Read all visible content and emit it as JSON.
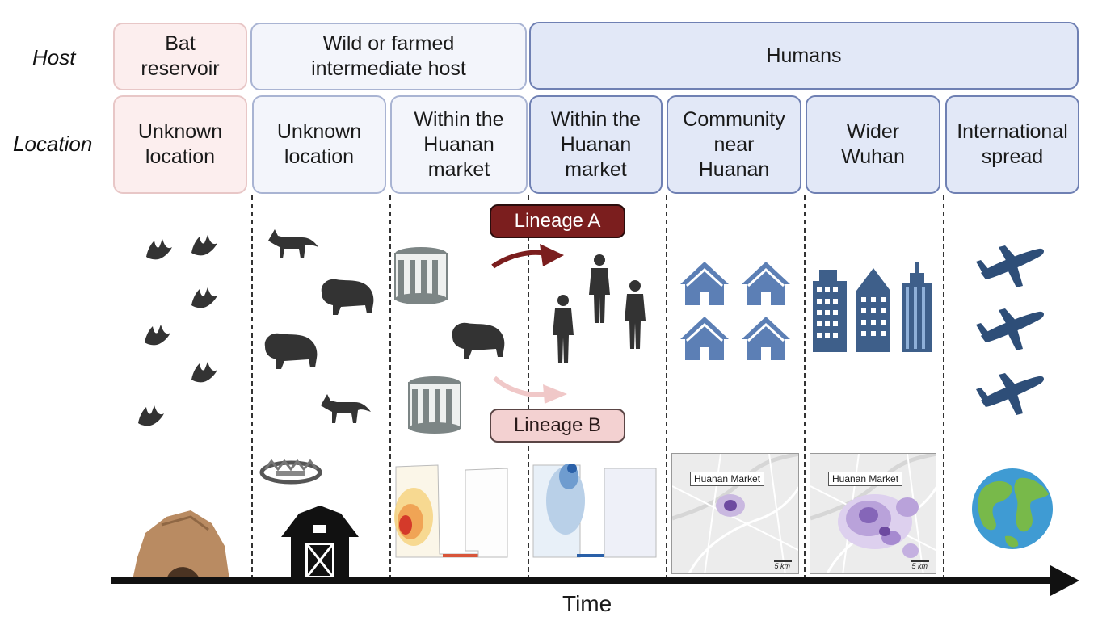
{
  "row_labels": {
    "host": "Host",
    "location": "Location"
  },
  "hosts": [
    {
      "label": "Bat\nreservoir",
      "kind": "bat"
    },
    {
      "label": "Wild or farmed\nintermediate host",
      "kind": "intermediate"
    },
    {
      "label": "Humans",
      "kind": "human"
    }
  ],
  "locations": [
    {
      "label": "Unknown\nlocation",
      "kind": "bat"
    },
    {
      "label": "Unknown\nlocation",
      "kind": "intermediate"
    },
    {
      "label": "Within the\nHuanan\nmarket",
      "kind": "intermediate"
    },
    {
      "label": "Within the\nHuanan\nmarket",
      "kind": "human"
    },
    {
      "label": "Community\nnear\nHuanan",
      "kind": "human"
    },
    {
      "label": "Wider\nWuhan",
      "kind": "human"
    },
    {
      "label": "International\nspread",
      "kind": "human"
    }
  ],
  "lineages": {
    "a": "Lineage A",
    "b": "Lineage B"
  },
  "maps": [
    {
      "label": "Huanan Market",
      "scale": "5 km"
    },
    {
      "label": "Huanan Market",
      "scale": "5 km"
    }
  ],
  "axis_label": "Time",
  "colors": {
    "lineage_a": "#7b1e1e",
    "lineage_b": "#f0c8c8",
    "icon_dark": "#333333",
    "icon_blue": "#5c7fb5",
    "cave": "#b98b62",
    "kde_purple": "#6d4aa0"
  }
}
